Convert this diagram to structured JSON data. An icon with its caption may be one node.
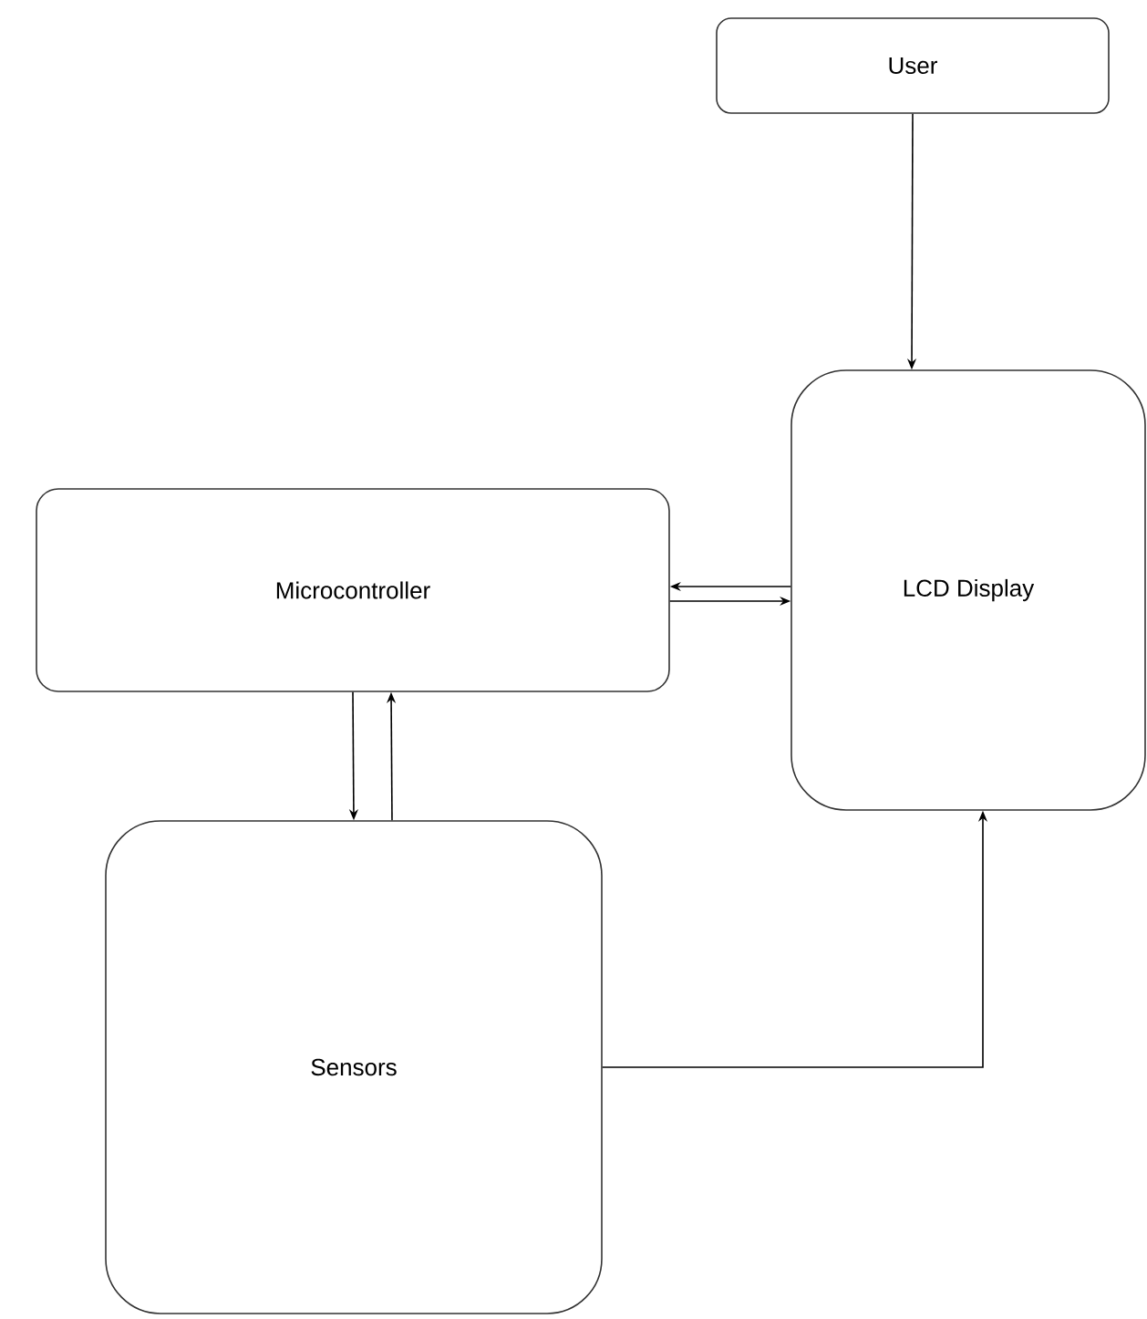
{
  "diagram": {
    "nodes": [
      {
        "text": [
          "User"
        ]
      },
      {
        "text": [
          "Microcontroller"
        ]
      },
      {
        "text": [
          "LCD Display"
        ]
      },
      {
        "text": [
          "Sensors"
        ]
      }
    ],
    "edges": [
      {
        "from": 0,
        "to": 2,
        "arrow": "to"
      },
      {
        "from": 2,
        "to": 1,
        "arrow": "to"
      },
      {
        "from": 1,
        "to": 2,
        "arrow": "to"
      },
      {
        "from": 1,
        "to": 3,
        "arrow": "to"
      },
      {
        "from": 3,
        "to": 1,
        "arrow": "to"
      },
      {
        "from": 3,
        "to": 2,
        "arrow": "to"
      }
    ]
  }
}
